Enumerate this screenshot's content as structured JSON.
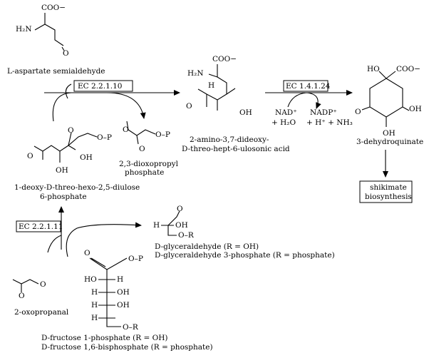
{
  "compounds": {
    "aspartate": {
      "name": "L-aspartate semialdehyde",
      "group_coo": "COO−",
      "group_h2n": "H₂N",
      "group_o": "O"
    },
    "amino_acid": {
      "name_line1": "2-amino-3,7-dideoxy-",
      "name_line2": "D-threo-hept-6-ulosonic acid",
      "group_coo": "COO−",
      "group_h2n": "H₂N",
      "group_h": "H",
      "group_o": "O",
      "group_oh": "OH"
    },
    "dehydroquinate": {
      "name": "3-dehydroquinate",
      "group_ho_top": "HO",
      "group_coo": "COO−",
      "group_o": "O",
      "group_oh_right": "OH",
      "group_oh_bottom": "OH"
    },
    "diulose": {
      "name_line1": "1-deoxy-D-threo-hexo-2,5-diulose",
      "name_line2": "6-phosphate",
      "group_o_top": "O",
      "group_o_p": "O–P",
      "group_o_left": "O",
      "group_oh_right": "OH",
      "group_oh_bottom": "OH"
    },
    "dioxopropyl": {
      "name_line1": "2,3-dioxopropyl",
      "name_line2": "phosphate",
      "group_o_top": "O",
      "group_o_p": "O–P",
      "group_o_bottom": "O"
    },
    "glyceraldehyde": {
      "name_line1": "D-glyceraldehyde (R = OH)",
      "name_line2": "D-glyceraldehyde 3-phosphate (R = phosphate)",
      "group_o": "O",
      "group_h": "H",
      "group_oh": "OH",
      "group_or": "O–R"
    },
    "oxopropanal": {
      "name": "2-oxopropanal",
      "group_o_bottom": "O",
      "group_o_right": "O"
    },
    "fructose": {
      "name_line1": "D-fructose 1-phosphate (R = OH)",
      "name_line2": "D-fructose 1,6-bisphosphate (R = phosphate)",
      "group_o_top": "O",
      "group_o_p": "O–P",
      "group_ho": "HO",
      "group_h1": "H",
      "group_h2": "H",
      "group_h3": "H",
      "group_h4": "H",
      "group_oh1": "OH",
      "group_oh2": "OH",
      "group_or": "O–R"
    }
  },
  "enzymes": {
    "ec_top": "EC 2.2.1.10",
    "ec_right": "EC 1.4.1.24",
    "ec_bottom": "EC 2.2.1.11"
  },
  "cofactors": {
    "nad": "NAD⁺",
    "h2o": "+ H₂O",
    "nadp": "NADP⁺",
    "products": "+ H⁺ + NH₃"
  },
  "outcome": {
    "line1": "shikimate",
    "line2": "biosynthesis"
  }
}
